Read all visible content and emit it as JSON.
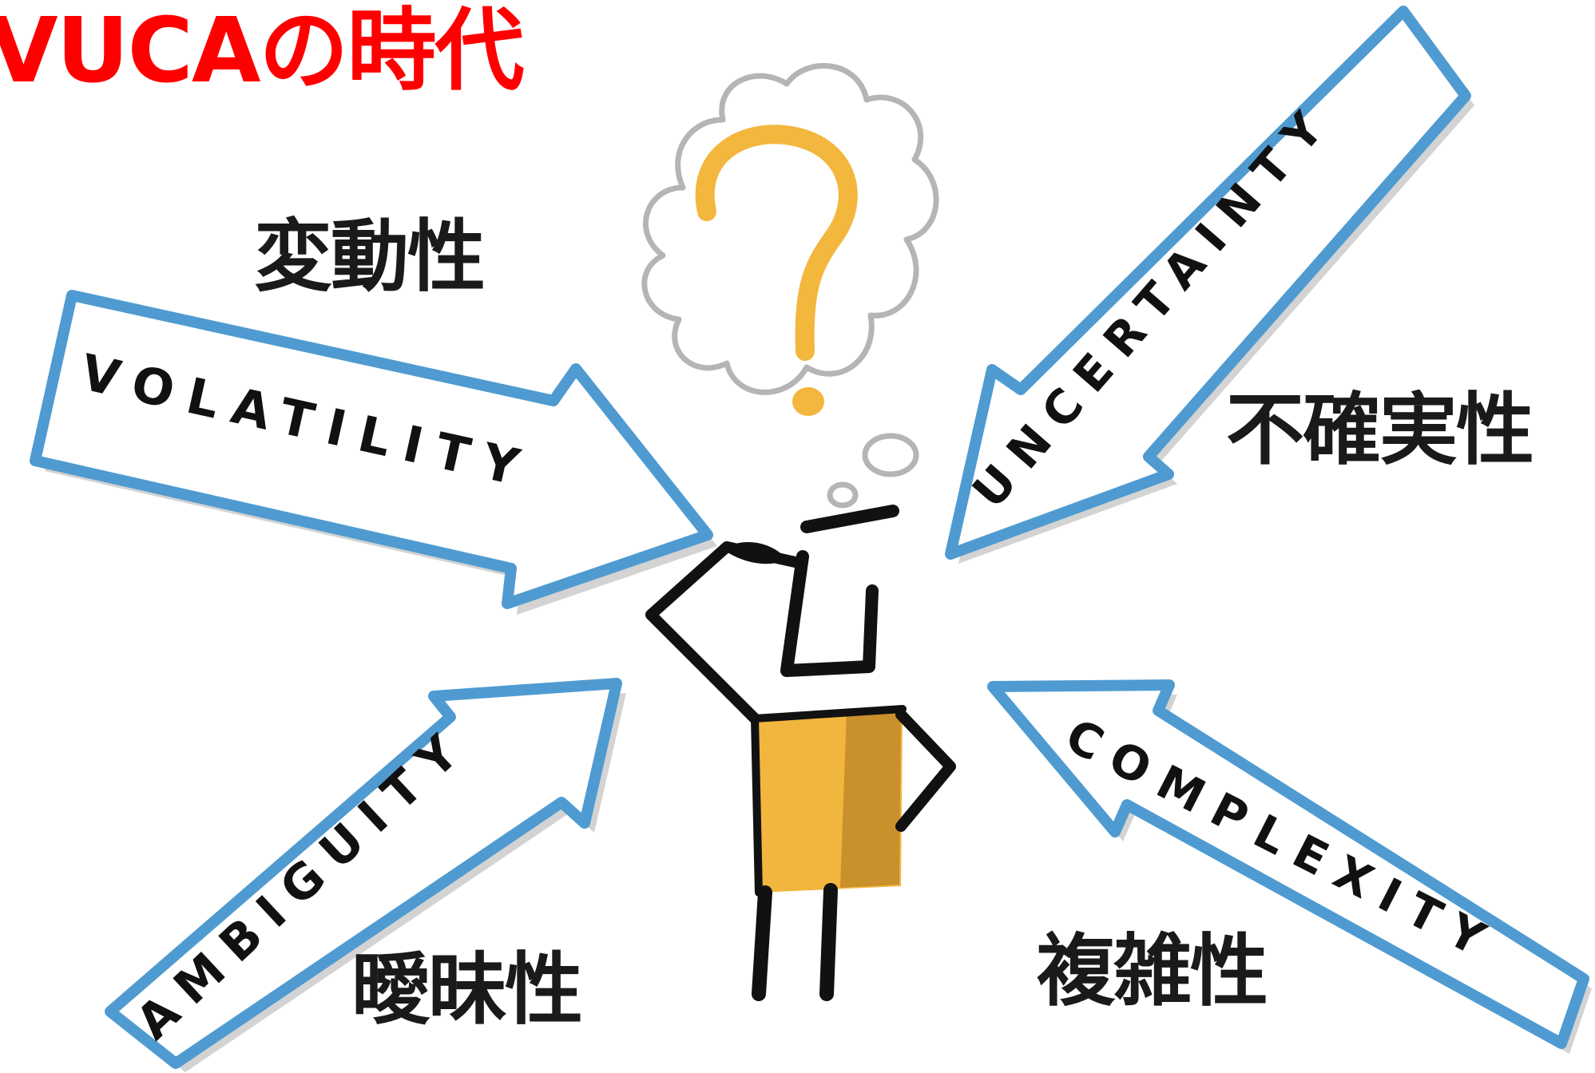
{
  "title": "VUCAの時代",
  "colors": {
    "title": "#ff0000",
    "arrow_outline": "#4f9bd1",
    "arrow_shadow": "#c8c8c8",
    "question_mark": "#f3b73d",
    "body_fill": "#f2b53e",
    "thought_cloud": "#b5b5b5",
    "ink": "#111111"
  },
  "arrows": {
    "volatility": {
      "label": "VOLATILITY",
      "jp": "変動性"
    },
    "uncertainty": {
      "label": "UNCERTAINTY",
      "jp": "不確実性"
    },
    "ambiguity": {
      "label": "AMBIGUITY",
      "jp": "曖昧性"
    },
    "complexity": {
      "label": "COMPLEXITY",
      "jp": "複雑性"
    }
  },
  "icons": {
    "thought": "question-mark-icon",
    "figure": "thinking-person-icon"
  }
}
